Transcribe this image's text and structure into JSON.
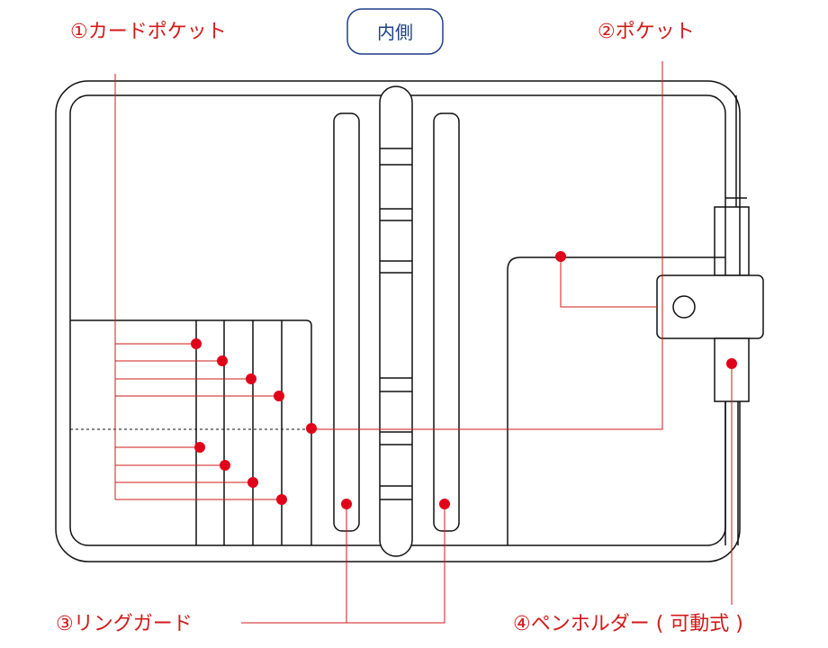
{
  "badge": {
    "label": "内側",
    "color": "#1f3f8a"
  },
  "labels": {
    "card_pocket": "①カードポケット",
    "pocket": "②ポケット",
    "ring_guard": "③リングガード",
    "pen_holder": "④ペンホルダー ( 可動式 )"
  },
  "colors": {
    "accent_red": "#d21a1a",
    "dot_red": "#e0001a",
    "outline": "#111111"
  }
}
